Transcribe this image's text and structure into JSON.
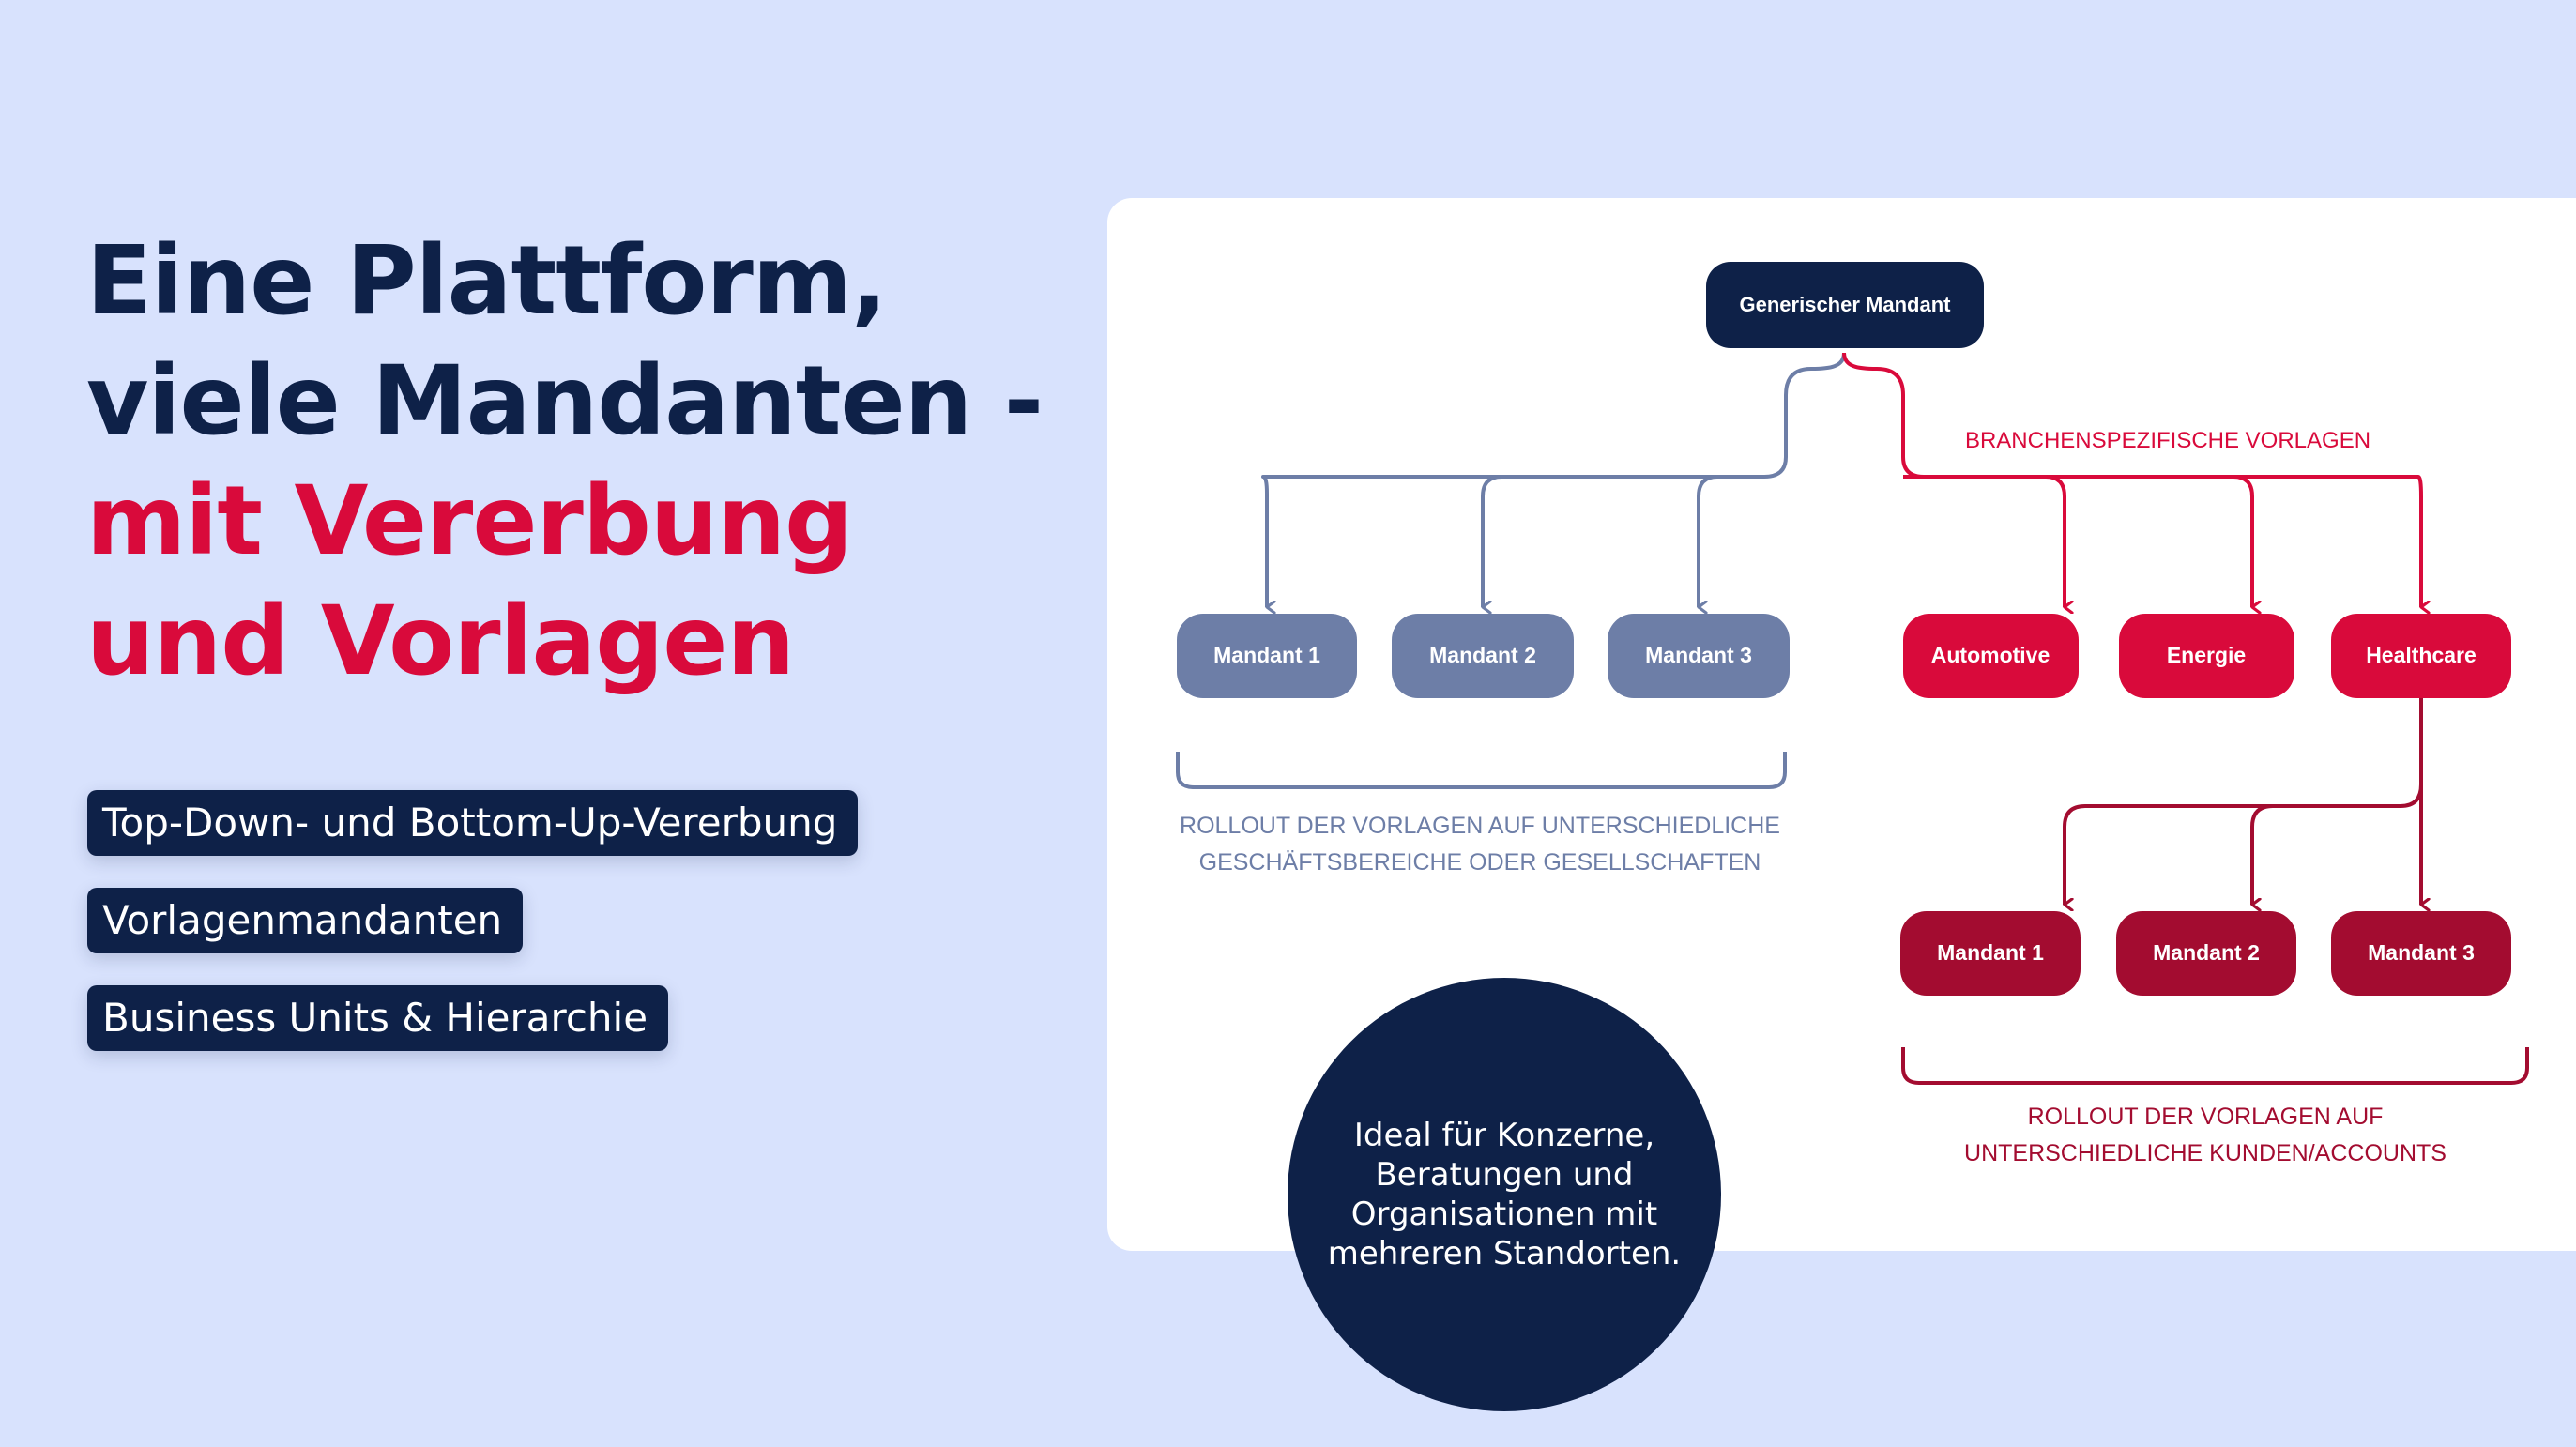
{
  "headline": {
    "line1": "Eine Plattform,",
    "line2": "viele Mandanten -",
    "line3": "mit Vererbung",
    "line4": "und Vorlagen"
  },
  "tags": [
    "Top-Down- und Bottom-Up-Vererbung",
    "Vorlagenmandanten",
    "Business Units & Hierarchie"
  ],
  "diagram": {
    "root": "Generischer Mandant",
    "branch_label": "BRANCHENSPEZIFISCHE VORLAGEN",
    "left_children": [
      "Mandant 1",
      "Mandant 2",
      "Mandant 3"
    ],
    "industries": [
      "Automotive",
      "Energie",
      "Healthcare"
    ],
    "healthcare_children": [
      "Mandant 1",
      "Mandant 2",
      "Mandant 3"
    ],
    "left_caption": [
      "ROLLOUT DER VORLAGEN AUF UNTERSCHIEDLICHE",
      "GESCHÄFTSBEREICHE ODER GESELLSCHAFTEN"
    ],
    "right_caption": [
      "ROLLOUT DER VORLAGEN AUF",
      "UNTERSCHIEDLICHE KUNDEN/ACCOUNTS"
    ]
  },
  "circle_text": [
    "Ideal für Konzerne,",
    "Beratungen und",
    "Organisationen mit",
    "mehreren Standorten."
  ],
  "colors": {
    "background": "#d8e2fd",
    "navy": "#0e2148",
    "red": "#d90a3b",
    "dark_red": "#a30c30",
    "slate": "#6d7ea7"
  }
}
